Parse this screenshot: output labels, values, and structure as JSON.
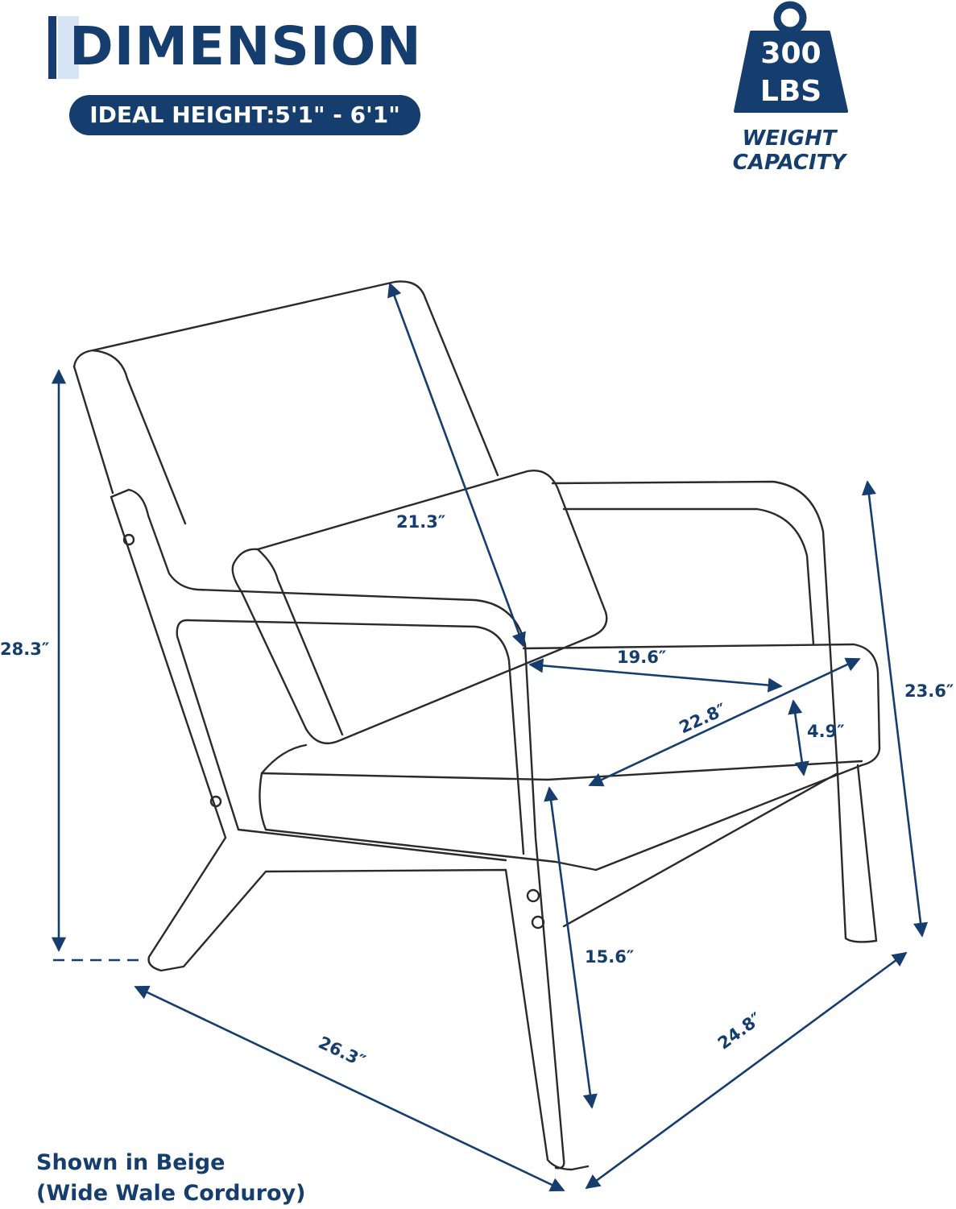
{
  "header": {
    "title": "DIMENSION",
    "ideal_height": "IDEAL HEIGHT:5'1\" - 6'1\""
  },
  "weight": {
    "value": "300",
    "unit": "LBS",
    "caption": "WEIGHT CAPACITY",
    "icon": "weight-icon"
  },
  "dimensions": {
    "total_height": "28.3″",
    "back_height": "21.3″",
    "seat_width": "19.6″",
    "seat_depth": "22.8″",
    "cushion_thickness": "4.9″",
    "arm_height": "23.6″",
    "seat_height": "15.6″",
    "overall_width": "26.3″",
    "overall_depth": "24.8″"
  },
  "note": {
    "line1": "Shown in Beige",
    "line2": "(Wide Wale Corduroy)"
  },
  "colors": {
    "brand": "#153d6e",
    "outline": "#2a2a2a"
  }
}
